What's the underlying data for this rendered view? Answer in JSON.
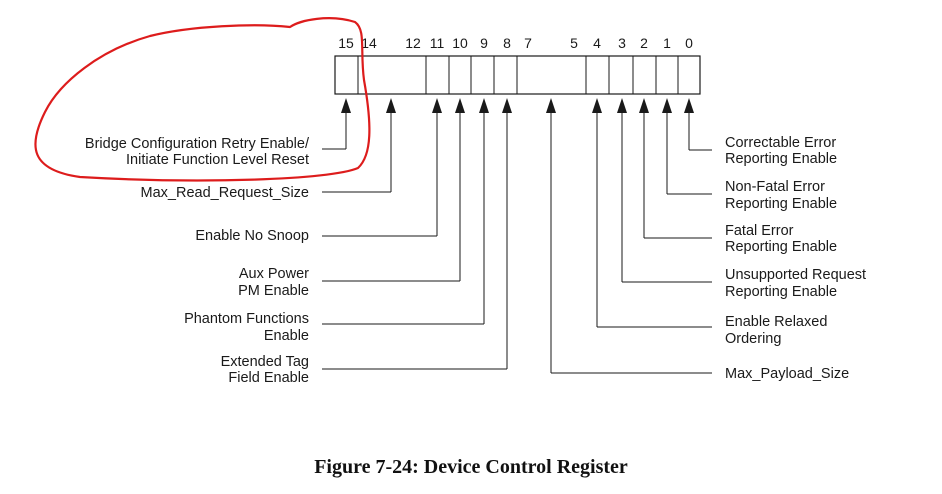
{
  "bit_numbers": [
    "15",
    "14",
    "12",
    "11",
    "10",
    "9",
    "8",
    "7",
    "5",
    "4",
    "3",
    "2",
    "1",
    "0"
  ],
  "left_fields": [
    [
      "Bridge Configuration Retry Enable/",
      "Initiate Function Level Reset"
    ],
    [
      "Max_Read_Request_Size"
    ],
    [
      "Enable No Snoop"
    ],
    [
      "Aux Power",
      "PM Enable"
    ],
    [
      "Phantom Functions",
      "Enable"
    ],
    [
      "Extended Tag",
      "Field Enable"
    ]
  ],
  "right_fields": [
    [
      "Correctable Error",
      "Reporting Enable"
    ],
    [
      "Non-Fatal Error",
      "Reporting Enable"
    ],
    [
      "Fatal Error",
      "Reporting Enable"
    ],
    [
      "Unsupported Request",
      "Reporting Enable"
    ],
    [
      "Enable Relaxed",
      "Ordering"
    ],
    [
      "Max_Payload_Size"
    ]
  ],
  "caption": "Figure 7-24:  Device Control Register",
  "colors": {
    "ink": "#1a1a1a",
    "highlight": "#dd1c1c"
  }
}
